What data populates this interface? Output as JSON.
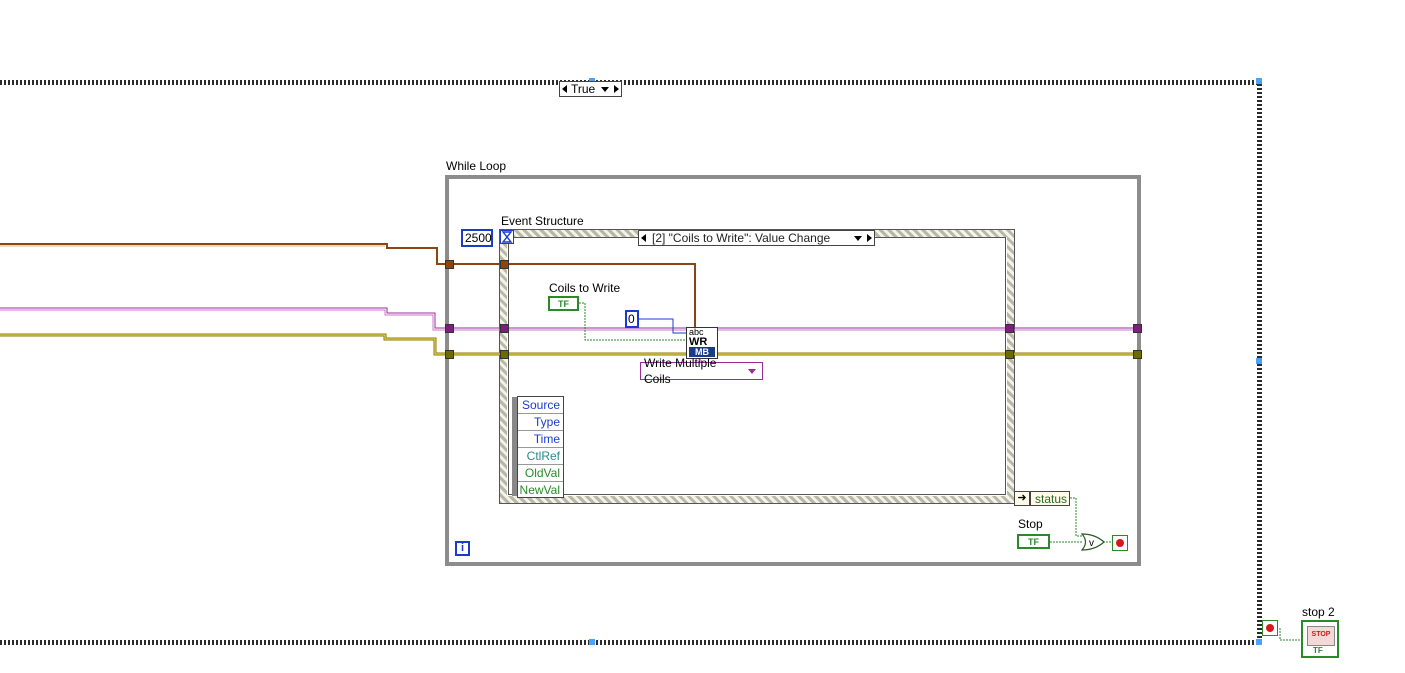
{
  "case_structure": {
    "selector_value": "True"
  },
  "while_loop": {
    "label": "While Loop",
    "iteration_terminal": "i"
  },
  "event_structure": {
    "label": "Event Structure",
    "timeout_value": "2500",
    "event_case": "[2] \"Coils to Write\": Value Change"
  },
  "coils_to_write": {
    "label": "Coils to Write",
    "terminal_text": "TF"
  },
  "numeric_constant": "0",
  "modbus_vi": {
    "icon_top": "abc",
    "icon_mid": "WR",
    "icon_bottom": "MB"
  },
  "function_ring": "Write Multiple Coils",
  "event_data_node": [
    "Source",
    "Type",
    "Time",
    "CtlRef",
    "OldVal",
    "NewVal"
  ],
  "status_indicator": "status",
  "stop_control": {
    "label": "Stop",
    "terminal_text": "TF"
  },
  "stop2_control": {
    "label": "stop 2",
    "button_text": "STOP",
    "terminal_text": "TF"
  },
  "colors": {
    "error_wire": "#b8860b",
    "refnum_wire": "#9b2b9b",
    "brown_wire": "#8b4513",
    "boolean_wire": "#2a8a2a",
    "numeric_wire": "#1a3ccc",
    "loop_border": "#8c8c8c"
  }
}
